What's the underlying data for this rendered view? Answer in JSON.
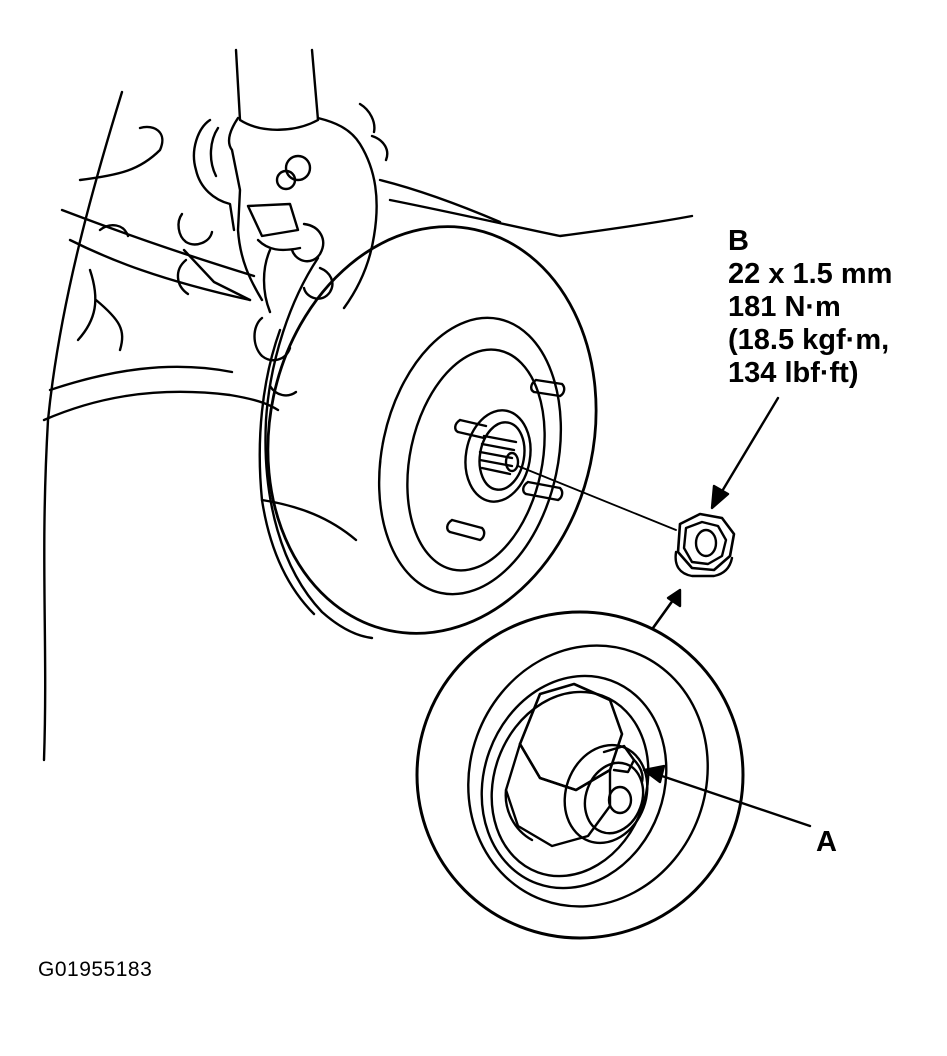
{
  "callouts": {
    "b": {
      "letter": "B",
      "size": "22 x 1.5 mm",
      "torque_nm": "181 N·m",
      "torque_kgf": "(18.5 kgf·m,",
      "torque_lbf": "134 lbf·ft)"
    },
    "a": {
      "letter": "A"
    }
  },
  "figure_id": "G01955183",
  "colors": {
    "ink": "#000000",
    "paper": "#ffffff"
  }
}
